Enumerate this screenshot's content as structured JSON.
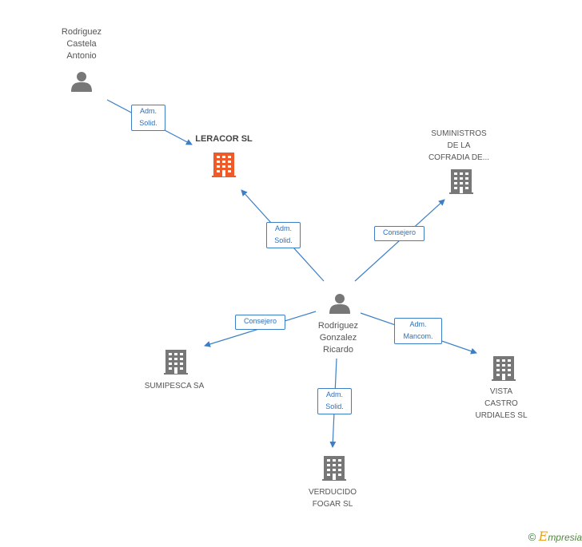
{
  "colors": {
    "edge": "#3d7fc7",
    "person_icon": "#777777",
    "company_icon": "#777777",
    "focus_company_icon": "#f05a28",
    "brand_green": "#4d8a3a",
    "brand_orange": "#e8a020"
  },
  "nodes": {
    "person_antonio": {
      "label": "Rodriguez\nCastela\nAntonio",
      "icon": "person-icon"
    },
    "person_ricardo": {
      "label": "Rodriguez\nGonzalez\nRicardo",
      "icon": "person-icon"
    },
    "company_leracor": {
      "label": "LERACOR SL",
      "icon": "building-icon"
    },
    "company_suministros": {
      "label": "SUMINISTROS\nDE LA\nCOFRADIA DE...",
      "icon": "building-icon"
    },
    "company_sumipesca": {
      "label": "SUMIPESCA SA",
      "icon": "building-icon"
    },
    "company_vista": {
      "label": "VISTA\nCASTRO\nURDIALES SL",
      "icon": "building-icon"
    },
    "company_verducido": {
      "label": "VERDUCIDO\nFOGAR SL",
      "icon": "building-icon"
    }
  },
  "edges": {
    "antonio_leracor": "Adm.\nSolid.",
    "ricardo_leracor": "Adm.\nSolid.",
    "ricardo_suministros": "Consejero",
    "ricardo_sumipesca": "Consejero",
    "ricardo_vista": "Adm.\nMancom.",
    "ricardo_verducido": "Adm.\nSolid."
  },
  "footer": {
    "copyright_symbol": "©",
    "brand_initial": "E",
    "brand_rest": "mpresia"
  }
}
